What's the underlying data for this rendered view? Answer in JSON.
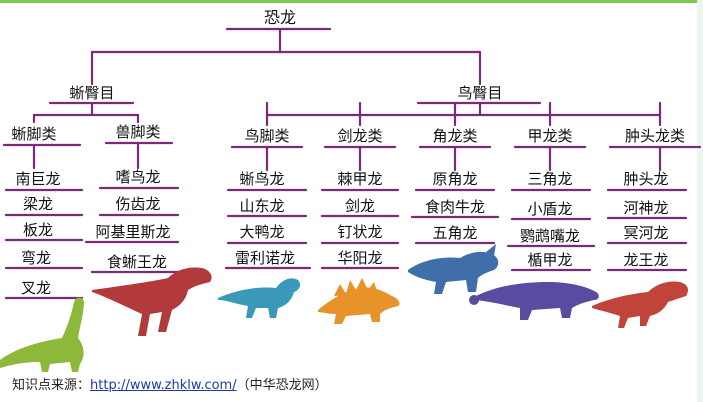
{
  "root": "恐龙",
  "orders": {
    "saurischia": "蜥臀目",
    "ornithischia": "鸟臀目"
  },
  "groups": {
    "sauropoda": {
      "label": "蜥脚类",
      "members": [
        "南巨龙",
        "梁龙",
        "板龙",
        "弯龙",
        "叉龙"
      ]
    },
    "theropoda": {
      "label": "兽脚类",
      "members": [
        "嗜鸟龙",
        "伤齿龙",
        "阿基里斯龙",
        "食蜥王龙"
      ]
    },
    "ornithopoda": {
      "label": "鸟脚类",
      "members": [
        "蜥鸟龙",
        "山东龙",
        "大鸭龙",
        "雷利诺龙"
      ]
    },
    "stegosauria": {
      "label": "剑龙类",
      "members": [
        "棘甲龙",
        "剑龙",
        "钉状龙",
        "华阳龙"
      ]
    },
    "ceratopsia": {
      "label": "角龙类",
      "members": [
        "原角龙",
        "食肉牛龙",
        "五角龙"
      ]
    },
    "ankylosauria": {
      "label": "甲龙类",
      "members": [
        "三角龙",
        "小盾龙",
        "鹦鹉嘴龙",
        "楯甲龙"
      ]
    },
    "pachycephalosauria": {
      "label": "肿头龙类",
      "members": [
        "肿头龙",
        "河神龙",
        "冥河龙",
        "龙王龙"
      ]
    }
  },
  "source": {
    "prefix": "知识点来源：",
    "url": "http://www.zhklw.com/",
    "suffix": "（中华恐龙网）"
  },
  "colors": {
    "line": "#7b2a7a",
    "sauropod": "#8db83a",
    "theropod": "#b33a3a",
    "ornithopod": "#3a98b8",
    "stegosaur": "#e8922a",
    "ceratopsian": "#3f6ea8",
    "ankylosaur": "#5a4aa0",
    "pachycephalosaur": "#c0443a",
    "accent_bar": "#7ec850"
  }
}
